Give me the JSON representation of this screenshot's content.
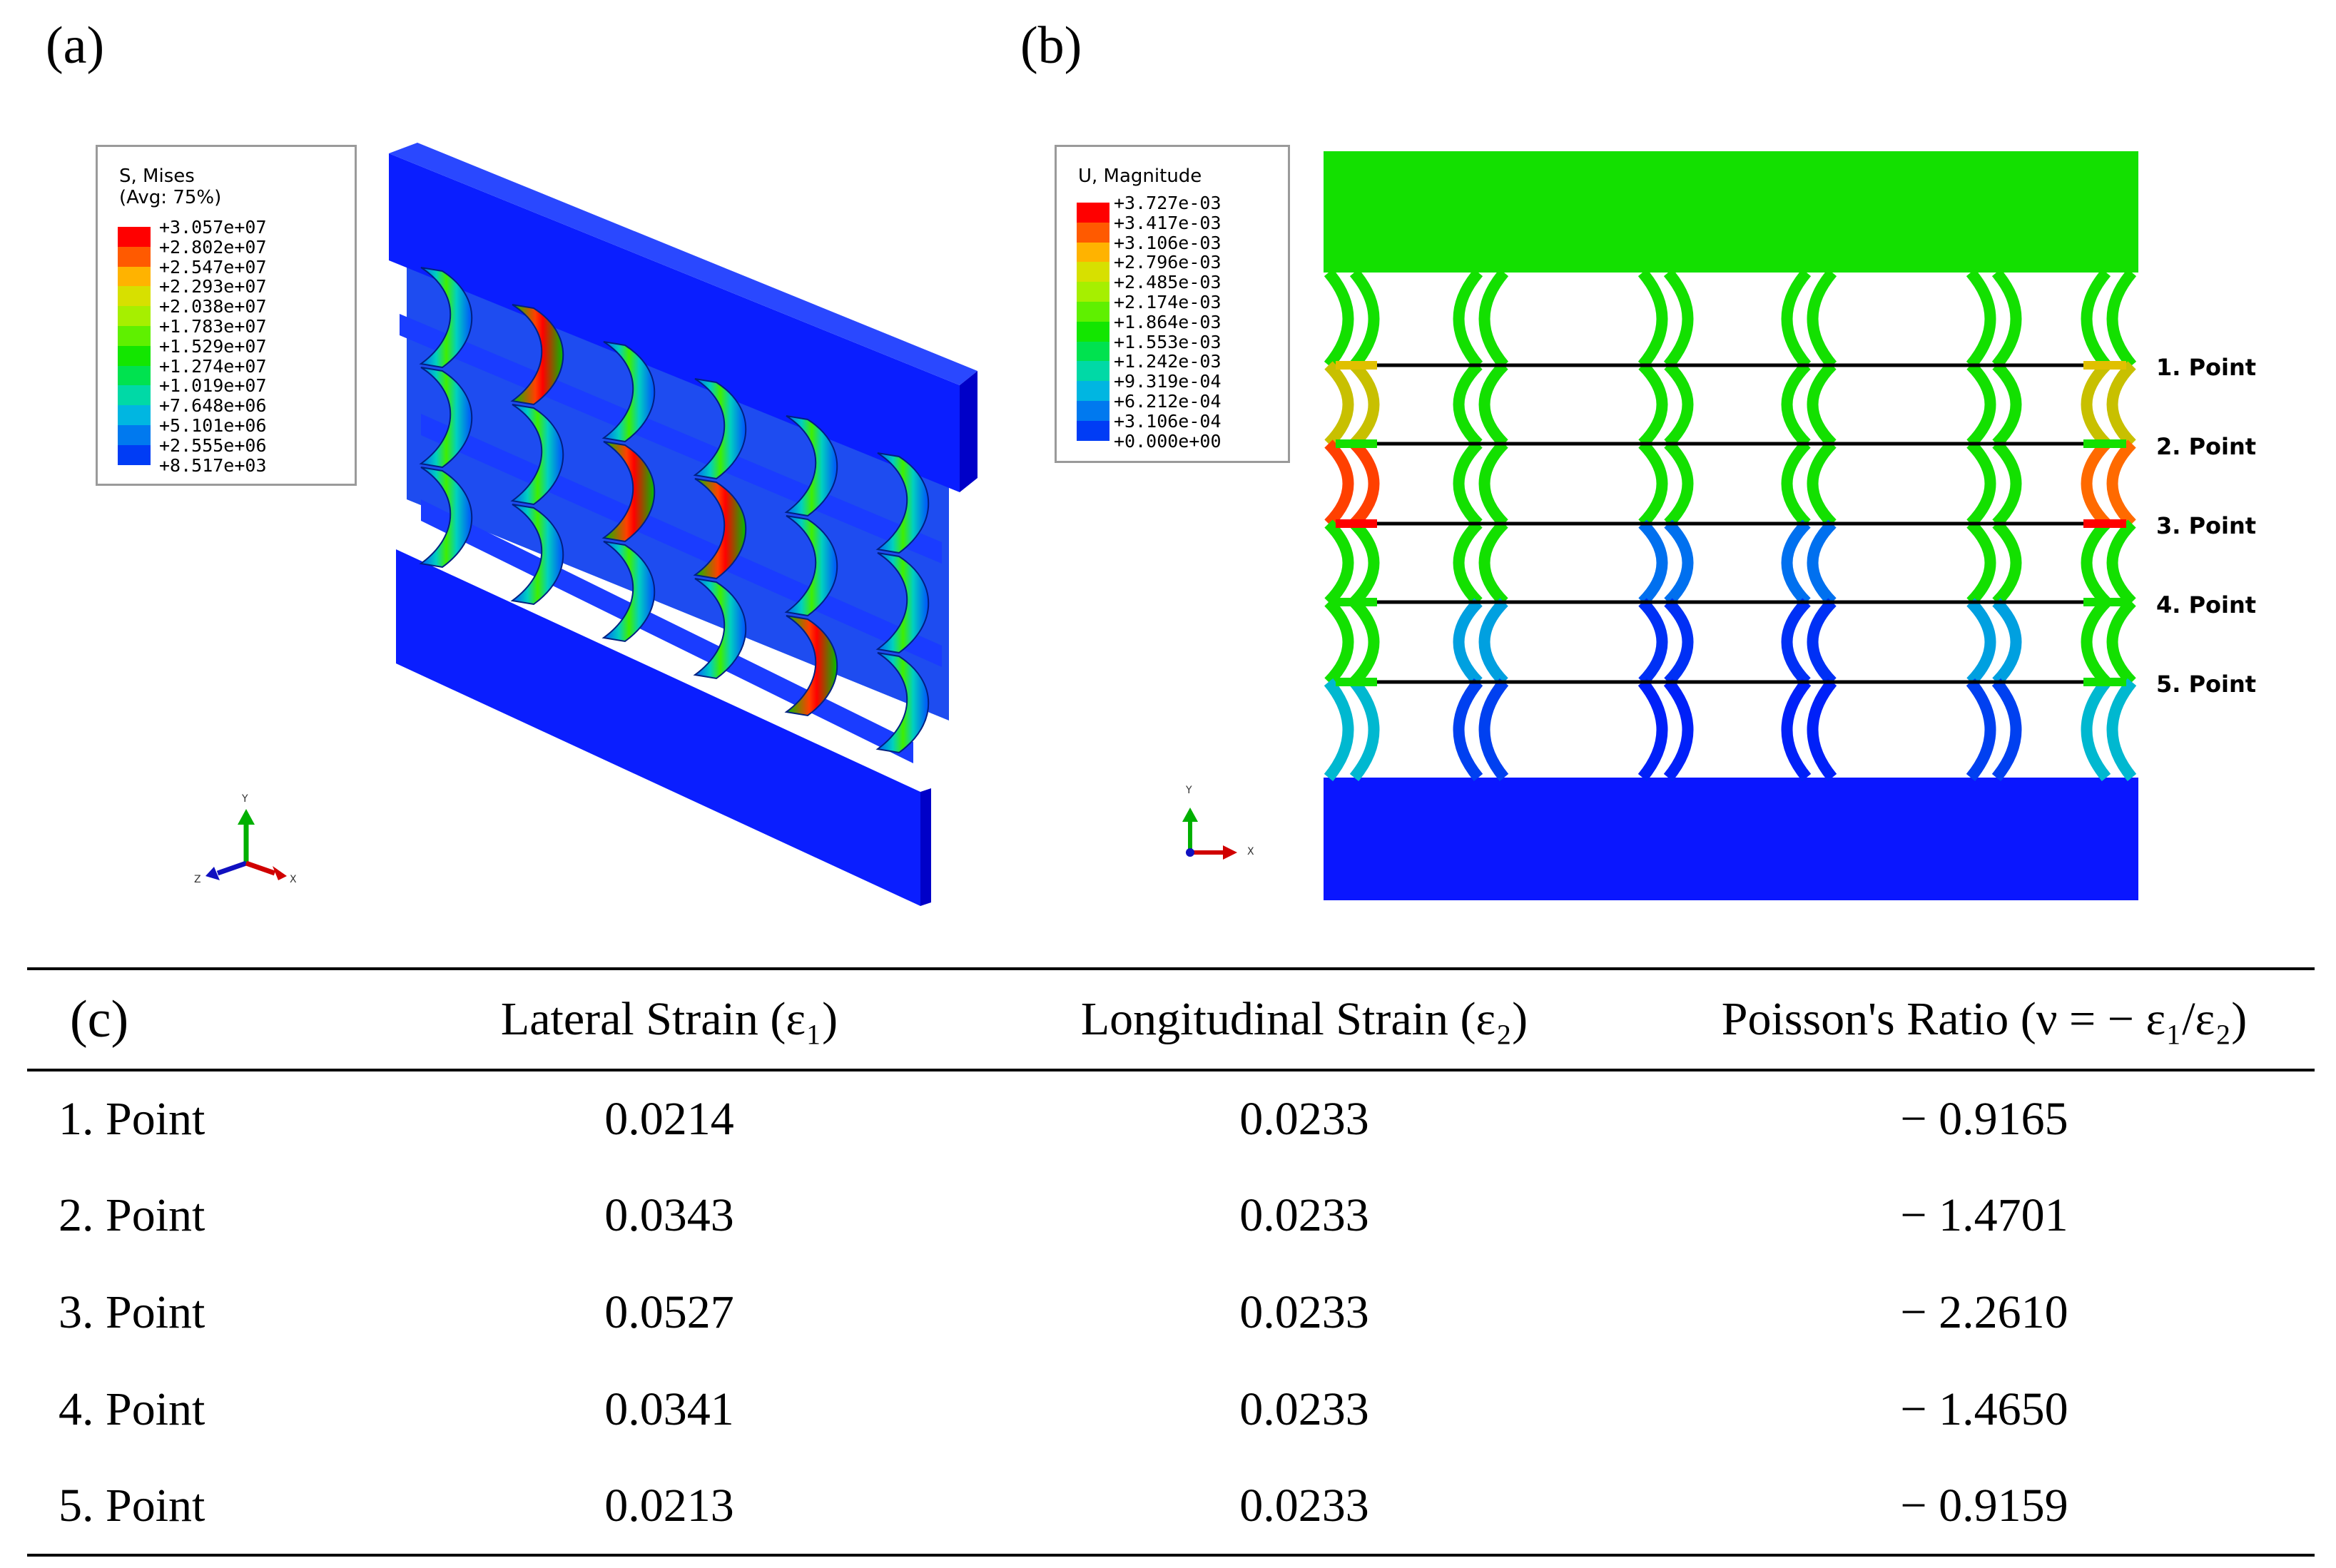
{
  "panels": {
    "a_label": "(a)",
    "b_label": "(b)",
    "c_label": "(c)"
  },
  "legend_a": {
    "title_line1": "S, Mises",
    "title_line2": "(Avg: 75%)",
    "values": [
      "+3.057e+07",
      "+2.802e+07",
      "+2.547e+07",
      "+2.293e+07",
      "+2.038e+07",
      "+1.783e+07",
      "+1.529e+07",
      "+1.274e+07",
      "+1.019e+07",
      "+7.648e+06",
      "+5.101e+06",
      "+2.555e+06",
      "+8.517e+03"
    ]
  },
  "legend_b": {
    "title_line1": "U, Magnitude",
    "values": [
      "+3.727e-03",
      "+3.417e-03",
      "+3.106e-03",
      "+2.796e-03",
      "+2.485e-03",
      "+2.174e-03",
      "+1.864e-03",
      "+1.553e-03",
      "+1.242e-03",
      "+9.319e-04",
      "+6.212e-04",
      "+3.106e-04",
      "+0.000e+00"
    ]
  },
  "colormap": [
    "#ff0000",
    "#ff5a00",
    "#ffb300",
    "#d7e000",
    "#a6ef00",
    "#5ff000",
    "#13e600",
    "#00e24f",
    "#00d9a6",
    "#00b6e1",
    "#0079ef",
    "#003cf5",
    "#0000ff"
  ],
  "axes_a": {
    "y": "Y",
    "z": "Z",
    "x": "X"
  },
  "axes_b": {
    "y": "Y",
    "x": "X"
  },
  "point_labels": [
    "1. Point",
    "2. Point",
    "3. Point",
    "4. Point",
    "5. Point"
  ],
  "table": {
    "headers": [
      "Lateral Strain (ε₁)",
      "Longitudinal Strain (ε₂)",
      "Poisson's Ratio (ν = − ε₁/ε₂)"
    ],
    "rows": [
      {
        "label": "1. Point",
        "lateral": "0.0214",
        "longitudinal": "0.0233",
        "poisson": "− 0.9165"
      },
      {
        "label": "2. Point",
        "lateral": "0.0343",
        "longitudinal": "0.0233",
        "poisson": "− 1.4701"
      },
      {
        "label": "3. Point",
        "lateral": "0.0527",
        "longitudinal": "0.0233",
        "poisson": "− 2.2610"
      },
      {
        "label": "4. Point",
        "lateral": "0.0341",
        "longitudinal": "0.0233",
        "poisson": "− 1.4650"
      },
      {
        "label": "5. Point",
        "lateral": "0.0213",
        "longitudinal": "0.0233",
        "poisson": "− 0.9159"
      }
    ]
  }
}
